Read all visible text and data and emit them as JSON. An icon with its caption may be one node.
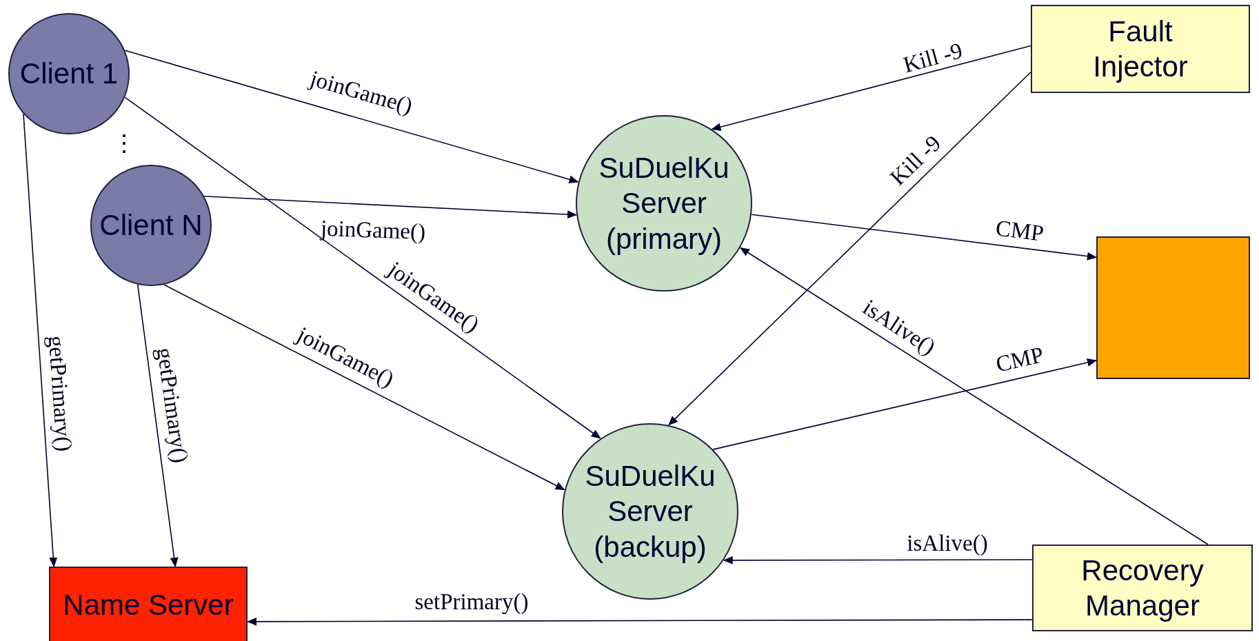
{
  "diagram": {
    "nodes": [
      {
        "text": [
          "Client 1"
        ]
      },
      {
        "text": [
          "Client N"
        ]
      },
      {
        "text": [
          "SuDuelKu Server (primary)"
        ]
      },
      {
        "text": [
          "SuDuelKu Server (backup)"
        ]
      },
      {
        "text": [
          "Fault Injector"
        ]
      },
      {
        "text": [],
        "shape": "box"
      },
      {
        "text": [
          "Name Server"
        ]
      },
      {
        "text": [
          "Recovery Manager"
        ]
      }
    ],
    "edges": [
      {
        "from": 0,
        "to": 2,
        "arrow": "to",
        "label": "joinGame()"
      },
      {
        "from": 1,
        "to": 2,
        "arrow": "to",
        "label": "joinGame()"
      },
      {
        "from": 0,
        "to": 3,
        "arrow": "to",
        "label": "joinGame()"
      },
      {
        "from": 1,
        "to": 3,
        "arrow": "to",
        "label": "joinGame()"
      },
      {
        "from": 0,
        "to": 6,
        "arrow": "to",
        "label": "getPrimary()"
      },
      {
        "from": 1,
        "to": 6,
        "arrow": "to",
        "label": "getPrimary()"
      },
      {
        "from": 4,
        "to": 2,
        "arrow": "to",
        "label": "Kill -9"
      },
      {
        "from": 4,
        "to": 3,
        "arrow": "to",
        "label": "Kill -9"
      },
      {
        "from": 2,
        "to": 5,
        "arrow": "to",
        "label": "CMP"
      },
      {
        "from": 3,
        "to": 5,
        "arrow": "to",
        "label": "CMP"
      },
      {
        "from": 7,
        "to": 2,
        "arrow": "to",
        "label": "isAlive()"
      },
      {
        "from": 7,
        "to": 3,
        "arrow": "to",
        "label": "isAlive()"
      },
      {
        "from": 7,
        "to": 6,
        "arrow": "to",
        "label": "setPrimary()"
      }
    ],
    "labels": [
      "⋮"
    ]
  }
}
